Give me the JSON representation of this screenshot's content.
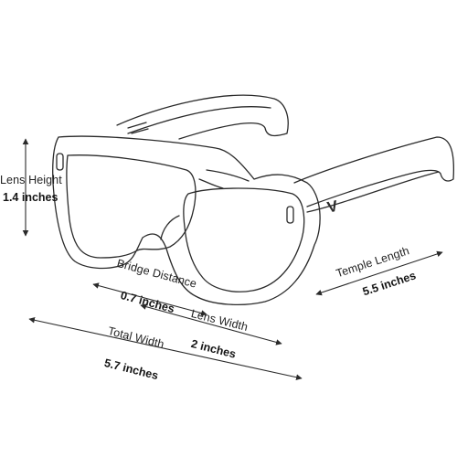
{
  "measurements": {
    "lens_height": {
      "label": "Lens Height",
      "value": "1.4 inches"
    },
    "bridge_distance": {
      "label": "Bridge Distance",
      "value": "0.7 inches"
    },
    "lens_width": {
      "label": "Lens Width",
      "value": "2 inches"
    },
    "total_width": {
      "label": "Total Width",
      "value": "5.7 inches"
    },
    "temple_length": {
      "label": "Temple Length",
      "value": "5.5 inches"
    }
  },
  "colors": {
    "line": "#2a2a2a",
    "text": "#222222"
  },
  "logo": {
    "glyph": "V"
  }
}
